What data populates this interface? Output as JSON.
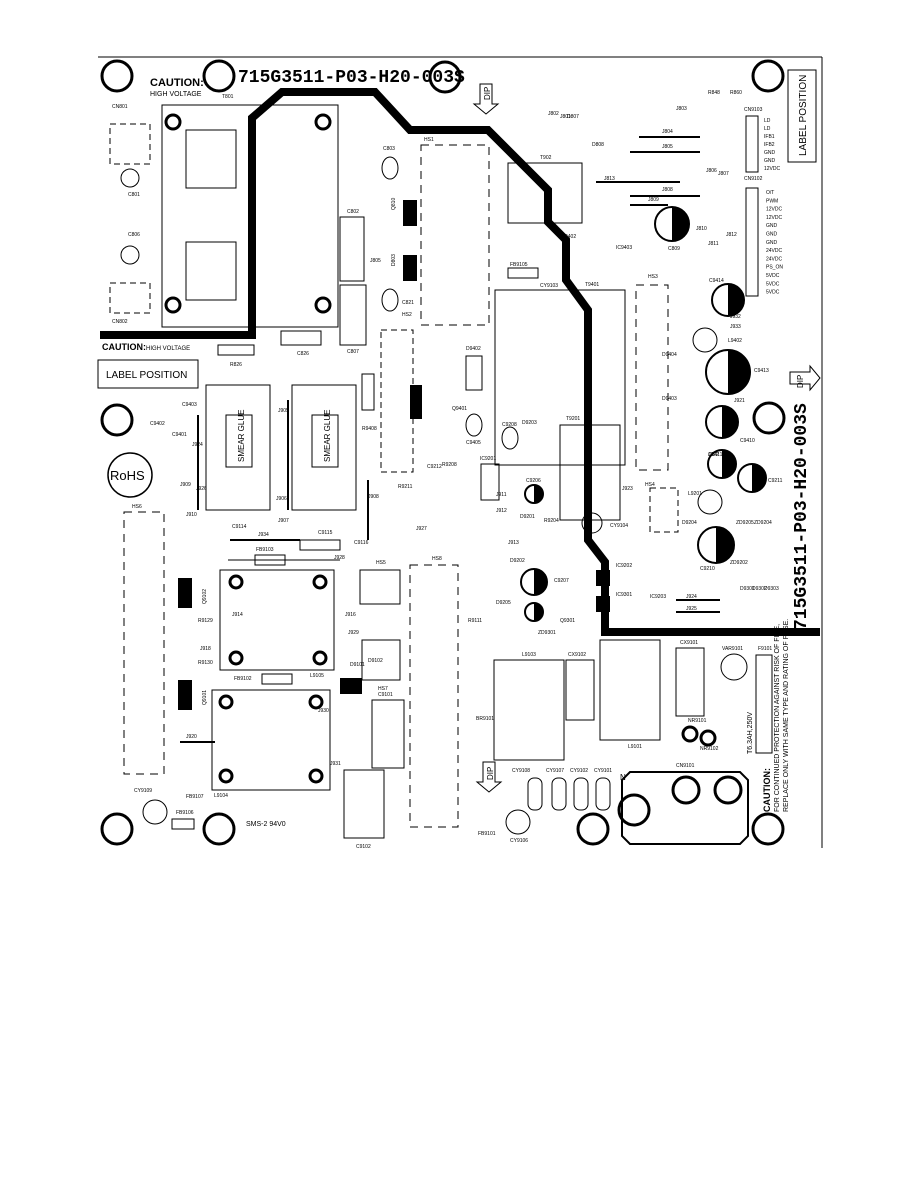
{
  "board": {
    "part_number_top": "715G3511-P03-H20-003S",
    "part_number_right": "715G3511-P03-H20-003S",
    "caution_title": "CAUTION:",
    "caution_sub": "HIGH VOLTAGE",
    "caution_bottom": "CAUTION:",
    "caution_bottom_sub": "HIGH VOLTAGE",
    "label_position_left": "LABEL POSITION",
    "label_position_right": "LABEL POSITION",
    "rohs": "RoHS",
    "dip": "DIP",
    "smear_glue": "SMEAR GLUE",
    "fuse_caution_1": "CAUTION:",
    "fuse_caution_2": "FOR CONTINUED PROTECTION AGAINST RISK OF FIRE,",
    "fuse_caution_3": "REPLACE ONLY WITH SAME TYPE AND RATING OF FUSE.",
    "fuse_rating": "T6.3AH,250V",
    "ul_mark": "SMS-2 94V0",
    "n_mark": "N"
  },
  "connector_pins": [
    "LD",
    "LD",
    "IFB1",
    "IFB2",
    "GND",
    "GND",
    "12VDC"
  ],
  "connector2_pins": [
    "O/T",
    "PWM",
    "12VDC",
    "12VDC",
    "GND",
    "GND",
    "GND",
    "24VDC",
    "24VDC",
    "PS_ON",
    "5VDC",
    "5VDC",
    "5VDC"
  ],
  "refs": {
    "t801": "T801",
    "cn801": "CN801",
    "cn802": "CN802",
    "c801": "C801",
    "c806": "C806",
    "c803": "C803",
    "c802": "C802",
    "c807": "C807",
    "c821": "C821",
    "hs2": "HS2",
    "hs1": "HS1",
    "r826": "R826",
    "c826": "C826",
    "q810": "Q810",
    "d803": "D803",
    "j805": "J805",
    "t902": "T902",
    "d807": "D807",
    "d808": "D808",
    "j802": "J802",
    "j801": "J801",
    "j813": "J813",
    "j803": "J803",
    "j804": "J804",
    "j805b": "J805",
    "j806": "J806",
    "j807": "J807",
    "j808": "J808",
    "j809": "J809",
    "c809": "C809",
    "j810": "J810",
    "j811": "J811",
    "j812": "J812",
    "cn9103": "CN9103",
    "cn9102": "CN9102",
    "ic9402": "IC9402",
    "ic9403": "IC9403",
    "fb9105": "FB9105",
    "cy9103": "CY9103",
    "t9401": "T9401",
    "hs3": "HS3",
    "c9414": "C9414",
    "j932": "J932",
    "j933": "J933",
    "l9402": "L9402",
    "c9413": "C9413",
    "d9404": "D9404",
    "d9403": "D9403",
    "j921": "J921",
    "c9410": "C9410",
    "d9402": "D9402",
    "q9401": "Q9401",
    "c9405": "C9405",
    "r9408": "R9408",
    "c9403": "C9403",
    "c9401": "C9401",
    "c9402": "C9402",
    "j924": "J924",
    "j926": "J926",
    "j908": "J908",
    "j905": "J905",
    "j907": "J907",
    "j909": "J909",
    "j910": "J910",
    "c9114": "C9114",
    "j934": "J934",
    "c9115": "C9115",
    "c9116": "C9116",
    "fb9103": "FB9103",
    "j928": "J928",
    "c9208": "C9208",
    "d9203": "D9203",
    "t9201": "T9201",
    "c9212": "C9212",
    "r9208": "R9208",
    "r9211": "R9211",
    "ic9201": "IC9201",
    "j911": "J911",
    "j912": "J912",
    "j927": "J927",
    "j906": "J906",
    "c9206": "C9206",
    "d9201": "D9201",
    "r9204": "R9204",
    "j913": "J913",
    "j923": "J923",
    "hs4": "HS4",
    "cy9104": "CY9104",
    "d9204": "D9204",
    "c9411": "C9411",
    "j922": "J922",
    "c9211": "C9211",
    "l9201": "L9201",
    "c9210": "C9210",
    "zd9205": "ZD9205",
    "zd9204": "ZD9204",
    "zd9202": "ZD9202",
    "d9202": "D9202",
    "c9207": "C9207",
    "q9301": "Q9301",
    "zd9301": "ZD9301",
    "d9205": "D9205",
    "ic9202": "IC9202",
    "ic9301": "IC9301",
    "ic9203": "IC9203",
    "j924b": "J924",
    "j925": "J925",
    "d9301": "D9301",
    "d9302": "D9302",
    "d9303": "D9303",
    "hs5": "HS5",
    "hs8": "HS8",
    "hs6": "HS6",
    "q9102": "Q9102",
    "q9101": "Q9101",
    "r9129": "R9129",
    "r9130": "R9130",
    "j918": "J918",
    "l9105": "L9105",
    "l9104": "L9104",
    "fb9102": "FB9102",
    "j914": "J914",
    "j916": "J916",
    "j929": "J929",
    "d9101": "D9101",
    "d9102": "D9102",
    "hs7": "HS7",
    "j930": "J930",
    "c9101": "C9101",
    "j931": "J931",
    "c9102": "C9102",
    "j920": "J920",
    "fb9107": "FB9107",
    "fb9106": "FB9106",
    "cy9109": "CY9109",
    "r9111": "R9111",
    "br9101": "BR9101",
    "l9103": "L9103",
    "cx9102": "CX9102",
    "cy9108": "CY9108",
    "cy9107": "CY9107",
    "cy9102": "CY9102",
    "cy9101": "CY9101",
    "fb9101": "FB9101",
    "cy9106": "CY9106",
    "l9101": "L9101",
    "cx9101": "CX9101",
    "var9101": "VAR9101",
    "f9101": "F9101",
    "nr9101": "NR9101",
    "nr9102": "NR9102",
    "cn9101": "CN9101",
    "r848": "R848",
    "r860": "R860"
  }
}
